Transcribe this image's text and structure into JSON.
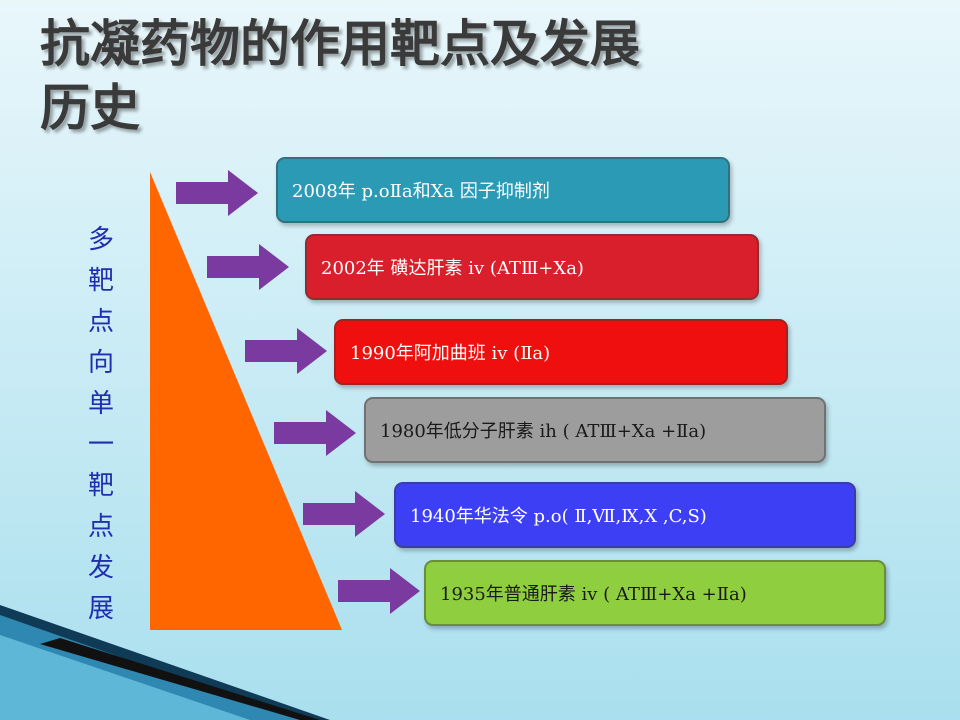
{
  "slide": {
    "title_line1": "抗凝药物的作用靶点及发展",
    "title_line2": "历史",
    "vertical_label": [
      "多",
      "靶",
      "点",
      "向",
      "单",
      "一",
      "靶",
      "点",
      "发",
      "展"
    ]
  },
  "milestones": [
    {
      "text": "2008年 p.oⅡa和Ⅹa 因子抑制剂",
      "color": "#2b9bb5"
    },
    {
      "text": "2002年 磺达肝素 iv (ATⅢ+Ⅹa)",
      "color": "#d81f2b"
    },
    {
      "text": "1990年阿加曲班 iv  (Ⅱa)",
      "color": "#f00f0f"
    },
    {
      "text": "1980年低分子肝素 ih ( ATⅢ+Ⅹa +Ⅱa)",
      "color": "#9d9d9d"
    },
    {
      "text": "1940年华法令 p.o( Ⅱ,Ⅶ,Ⅸ,Ⅹ ,C,S)",
      "color": "#3d3ff5"
    },
    {
      "text": "1935年普通肝素 iv ( ATⅢ+Ⅹa +Ⅱa)",
      "color": "#8fcf3f"
    }
  ],
  "colors": {
    "triangle": "#ff6600",
    "arrow": "#7a3a9f",
    "vertical_text": "#1f2fb0"
  }
}
